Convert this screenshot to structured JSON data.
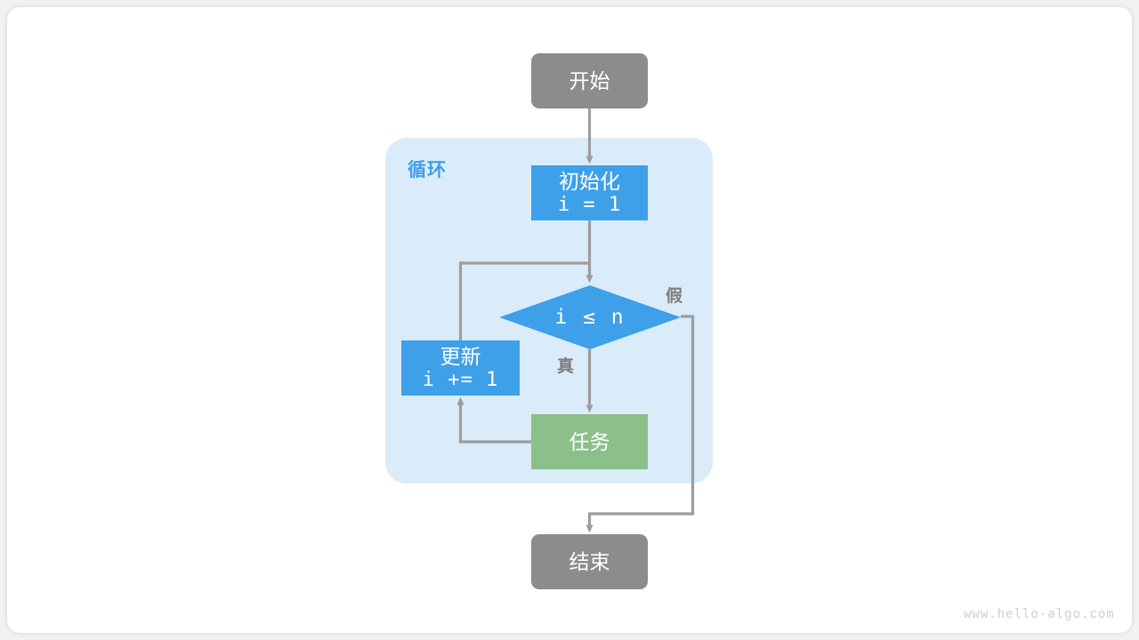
{
  "diagram": {
    "title_watermark": "www.hello-algo.com",
    "container": {
      "label": "循环",
      "color": "#daecfa",
      "label_color": "#3ea0e8"
    },
    "colors": {
      "terminal": "#8c8c8c",
      "process": "#3ea0e8",
      "task": "#8bc08a",
      "connector": "#9d9d9d",
      "edge_label": "#7d7d7d",
      "canvas": "#ffffff",
      "page": "#f2f2f2"
    },
    "nodes": {
      "start": {
        "label": "开始"
      },
      "init": {
        "label": "初始化",
        "code": "i = 1"
      },
      "cond": {
        "label": "i ≤ n"
      },
      "update": {
        "label": "更新",
        "code": "i += 1"
      },
      "task": {
        "label": "任务"
      },
      "end": {
        "label": "结束"
      }
    },
    "edge_labels": {
      "true": "真",
      "false": "假"
    }
  }
}
